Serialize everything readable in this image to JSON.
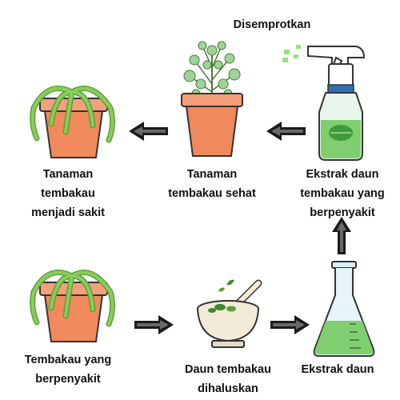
{
  "labels": {
    "spray_title": "Disemprotkan",
    "sick_plant": "Tanaman\ntembakau\nmenjadi sakit",
    "healthy_plant": "Tanaman\ntembakau sehat",
    "extract_in_bottle": "Ekstrak daun\ntembakau yang\nberpenyakit",
    "diseased_source": "Tembakau yang\nberpenyakit",
    "ground_leaves": "Daun tembakau\ndihaluskan",
    "leaf_extract": "Ekstrak daun"
  },
  "colors": {
    "pot": "#f08a5d",
    "pot_rim": "#f4a07a",
    "wilted_leaf": "#8ccd5a",
    "liquid": "#7fcf70",
    "arrow": "#1a1a1a"
  }
}
